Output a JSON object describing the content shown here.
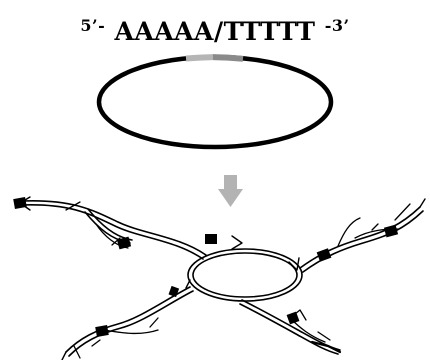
{
  "label": {
    "prime_left": "5’-",
    "sequence": "AAAAA/TTTTT",
    "prime_right": "-3’"
  },
  "icons": {
    "arrow": "down-arrow-icon",
    "circle": "circular-template",
    "amplification": "rolling-circle-amplification-product"
  },
  "colors": {
    "strand": "#000000",
    "highlight_dark": "#8a8a8a",
    "highlight_light": "#b5b5b5",
    "arrow": "#b3b3b3"
  }
}
